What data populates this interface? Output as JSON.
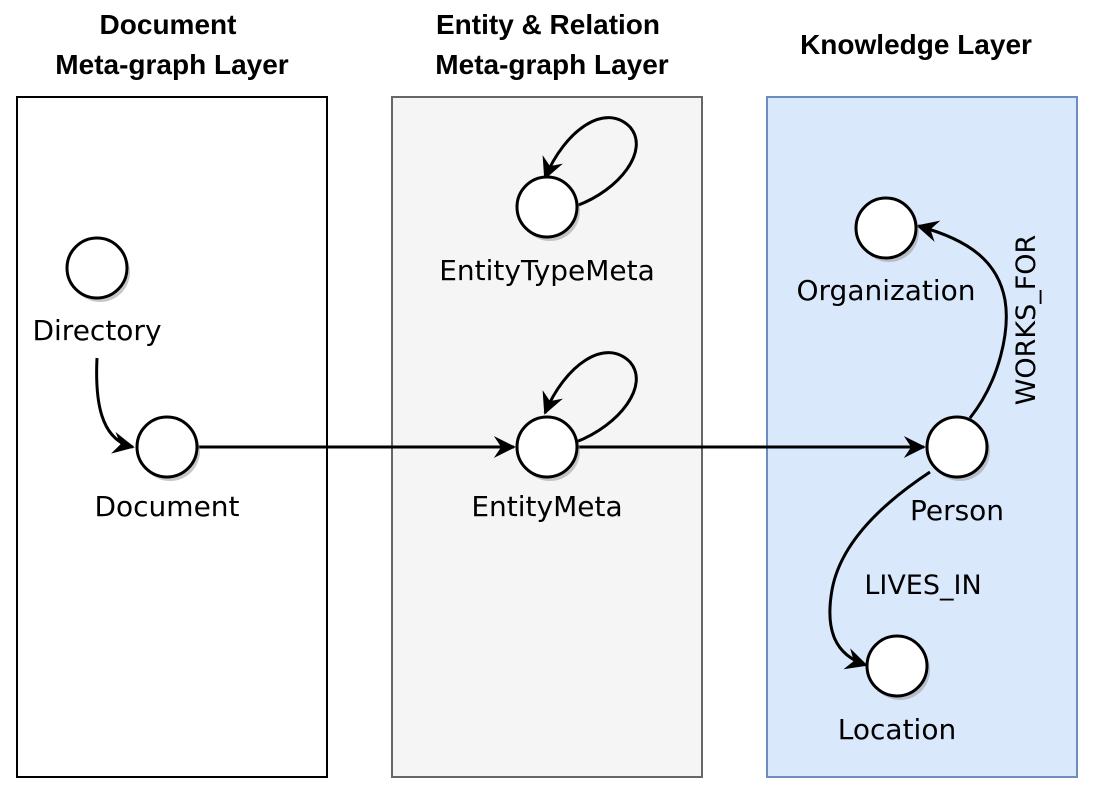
{
  "layers": {
    "document": {
      "title_line1": "Document",
      "title_line2": "Meta-graph Layer",
      "fill": "#ffffff",
      "stroke": "#000000"
    },
    "entity": {
      "title_line1": "Entity & Relation",
      "title_line2": "Meta-graph Layer",
      "fill": "#f5f5f5",
      "stroke": "#666666"
    },
    "knowledge": {
      "title": "Knowledge Layer",
      "fill": "#dae8fc",
      "stroke": "#6c8ebf"
    }
  },
  "nodes": {
    "directory": "Directory",
    "document": "Document",
    "entity_type_meta": "EntityTypeMeta",
    "entity_meta": "EntityMeta",
    "organization": "Organization",
    "person": "Person",
    "location": "Location"
  },
  "edges": {
    "works_for": "WORKS_FOR",
    "lives_in": "LIVES_IN"
  }
}
